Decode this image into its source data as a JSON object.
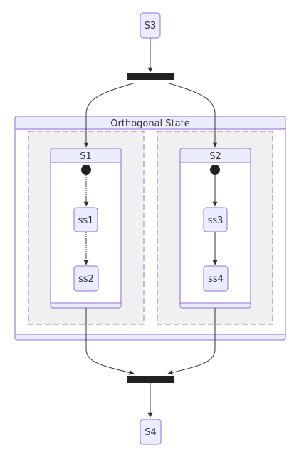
{
  "diagram": {
    "states": {
      "s3": "S3",
      "s4": "S4",
      "orthogonal": "Orthogonal State",
      "s1": "S1",
      "s2": "S2",
      "ss1": "ss1",
      "ss2": "ss2",
      "ss3": "ss3",
      "ss4": "ss4"
    },
    "colors": {
      "node_fill": "#ECECFF",
      "node_stroke": "#9370DB",
      "region_fill": "#F0F0F0",
      "line": "#333333",
      "bar": "#222222",
      "text": "#333333"
    }
  }
}
